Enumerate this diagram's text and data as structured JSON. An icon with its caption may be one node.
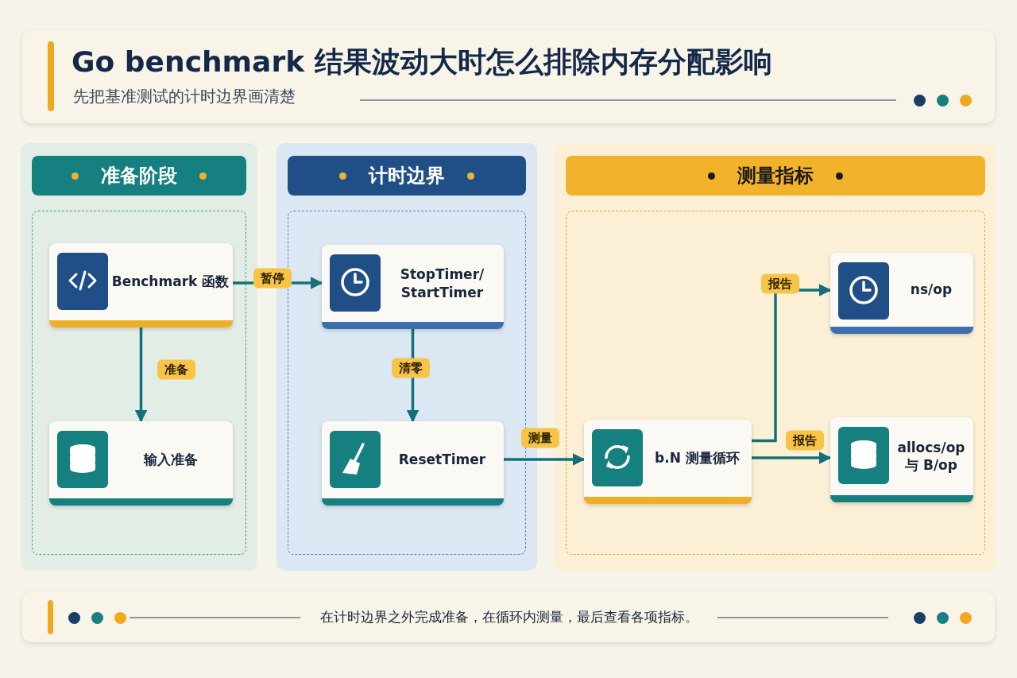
{
  "diagram": {
    "title": "Go benchmark 结果波动大时怎么排除内存分配影响",
    "caption": "在计时边界之外完成准备，在循环内测量，最后查看各项指标。",
    "labels": [
      "先把基准测试的计时边界画清楚"
    ],
    "nodes": [
      {
        "text": [
          "准备阶段"
        ]
      },
      {
        "text": [
          "Benchmark 函数"
        ],
        "in": 0
      },
      {
        "text": [
          "输入准备"
        ],
        "in": 0
      },
      {
        "text": [
          "计时边界"
        ]
      },
      {
        "text": [
          "StopTimer/ StartTimer"
        ],
        "in": 3
      },
      {
        "text": [
          "ResetTimer"
        ],
        "in": 3
      },
      {
        "text": [
          "测量指标"
        ]
      },
      {
        "text": [
          "b.N 测量循环"
        ],
        "in": 6
      },
      {
        "text": [
          "ns/op"
        ],
        "in": 6
      },
      {
        "text": [
          "allocs/op 与 B/op"
        ],
        "in": 6
      }
    ],
    "edges": [
      {
        "from": 1,
        "to": 4,
        "arrow": "to",
        "label": "暂停"
      },
      {
        "from": 1,
        "to": 2,
        "arrow": "to",
        "label": "准备"
      },
      {
        "from": 4,
        "to": 5,
        "arrow": "to",
        "label": "清零"
      },
      {
        "from": 5,
        "to": 7,
        "arrow": "to",
        "label": "测量"
      },
      {
        "from": 7,
        "to": 8,
        "arrow": "to",
        "label": "报告"
      },
      {
        "from": 7,
        "to": 9,
        "arrow": "to",
        "label": "报告"
      }
    ]
  }
}
